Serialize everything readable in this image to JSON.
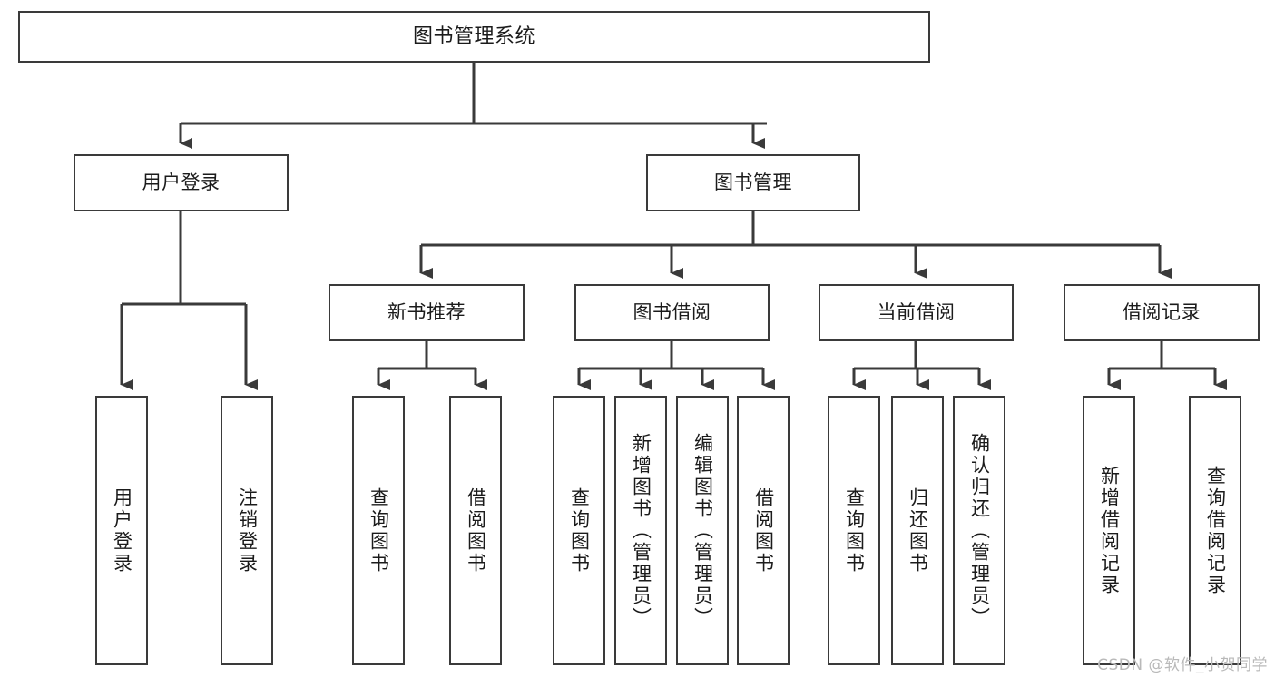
{
  "diagram": {
    "title": "图书管理系统",
    "type": "tree-hierarchy-diagram",
    "root": {
      "id": "root",
      "label": "图书管理系统"
    },
    "level2": [
      {
        "id": "user-login",
        "label": "用户登录"
      },
      {
        "id": "book-manage",
        "label": "图书管理"
      }
    ],
    "level3": [
      {
        "id": "new-book-rec",
        "label": "新书推荐"
      },
      {
        "id": "book-borrow",
        "label": "图书借阅"
      },
      {
        "id": "current-borrow",
        "label": "当前借阅"
      },
      {
        "id": "borrow-record",
        "label": "借阅记录"
      }
    ],
    "leaves": {
      "user_login": [
        {
          "id": "leaf-user-login",
          "label": "用户登录"
        },
        {
          "id": "leaf-user-logout",
          "label": "注销登录"
        }
      ],
      "new_book_rec": [
        {
          "id": "leaf-query-book-1",
          "label": "查询图书"
        },
        {
          "id": "leaf-borrow-book-1",
          "label": "借阅图书"
        }
      ],
      "book_borrow": [
        {
          "id": "leaf-query-book-2",
          "label": "查询图书"
        },
        {
          "id": "leaf-add-book",
          "label": "新增图书（管理员）"
        },
        {
          "id": "leaf-edit-book",
          "label": "编辑图书（管理员）"
        },
        {
          "id": "leaf-borrow-book-2",
          "label": "借阅图书"
        }
      ],
      "current_borrow": [
        {
          "id": "leaf-query-book-3",
          "label": "查询图书"
        },
        {
          "id": "leaf-return-book",
          "label": "归还图书"
        },
        {
          "id": "leaf-confirm-return",
          "label": "确认归还（管理员）"
        }
      ],
      "borrow_record": [
        {
          "id": "leaf-add-record",
          "label": "新增借阅记录"
        },
        {
          "id": "leaf-query-record",
          "label": "查询借阅记录"
        }
      ]
    },
    "watermark": "CSDN @软件_小贺同学",
    "colors": {
      "stroke": "#3a3a3a",
      "fill": "#ffffff",
      "text": "#1b1b1b",
      "watermark": "#b9b9b9"
    }
  }
}
